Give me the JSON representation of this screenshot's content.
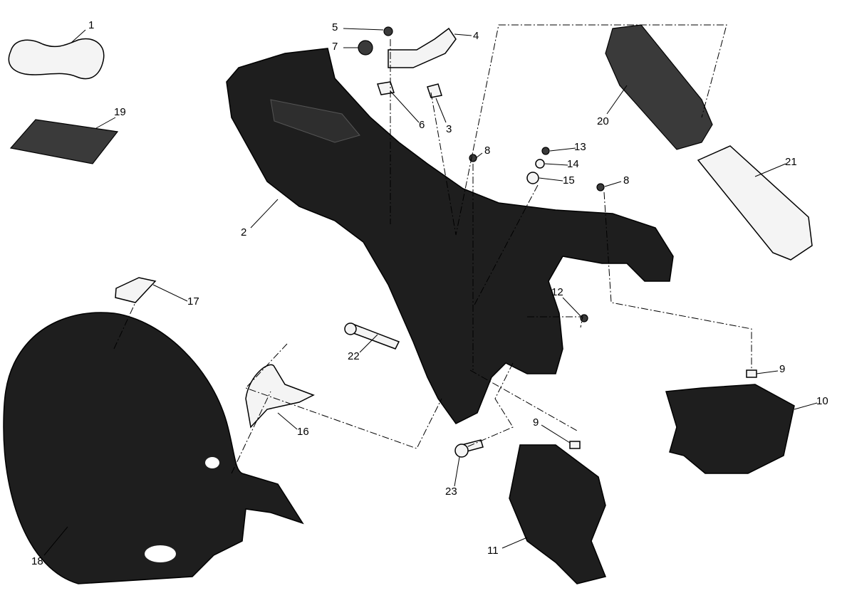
{
  "diagram": {
    "callouts": [
      {
        "id": "c1",
        "text": "1"
      },
      {
        "id": "c19",
        "text": "19"
      },
      {
        "id": "c5",
        "text": "5"
      },
      {
        "id": "c7",
        "text": "7"
      },
      {
        "id": "c4",
        "text": "4"
      },
      {
        "id": "c6",
        "text": "6"
      },
      {
        "id": "c3",
        "text": "3"
      },
      {
        "id": "c20",
        "text": "20"
      },
      {
        "id": "c8a",
        "text": "8"
      },
      {
        "id": "c13",
        "text": "13"
      },
      {
        "id": "c14",
        "text": "14"
      },
      {
        "id": "c15",
        "text": "15"
      },
      {
        "id": "c8b",
        "text": "8"
      },
      {
        "id": "c21",
        "text": "21"
      },
      {
        "id": "c2",
        "text": "2"
      },
      {
        "id": "c12",
        "text": "12"
      },
      {
        "id": "c17",
        "text": "17"
      },
      {
        "id": "c22",
        "text": "22"
      },
      {
        "id": "c9a",
        "text": "9"
      },
      {
        "id": "c10",
        "text": "10"
      },
      {
        "id": "c16",
        "text": "16"
      },
      {
        "id": "c9b",
        "text": "9"
      },
      {
        "id": "c23",
        "text": "23"
      },
      {
        "id": "c11",
        "text": "11"
      },
      {
        "id": "c18",
        "text": "18"
      }
    ]
  }
}
